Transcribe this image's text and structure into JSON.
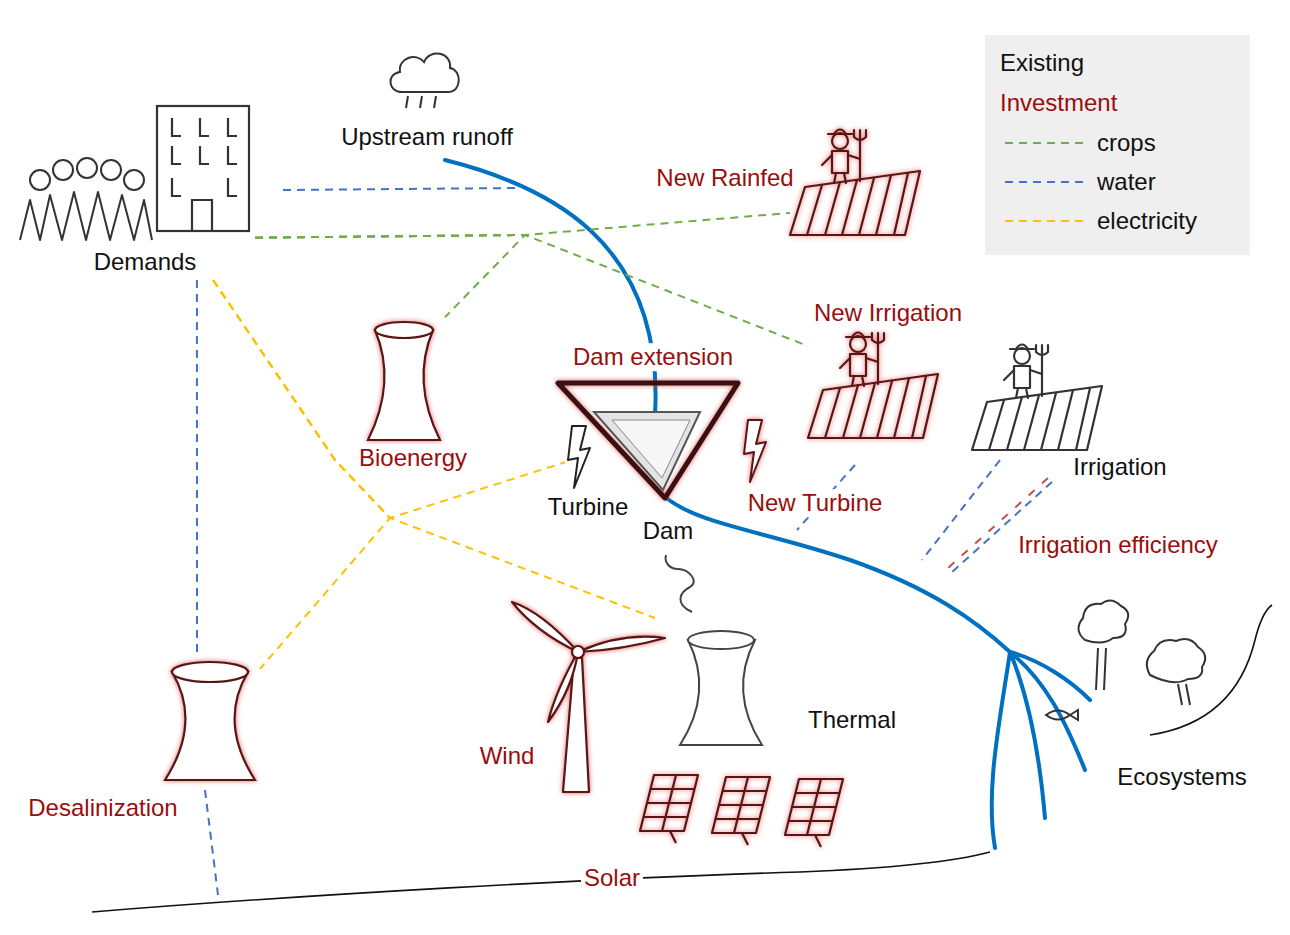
{
  "diagram": {
    "nodes": [
      {
        "text": [
          "Demands"
        ]
      },
      {
        "text": [
          "Upstream runoff"
        ]
      },
      {
        "text": [
          "New Rainfed"
        ]
      },
      {
        "text": [
          "New Irrigation"
        ]
      },
      {
        "text": [
          "Dam extension"
        ]
      },
      {
        "text": [
          "Dam"
        ],
        "in": 4
      },
      {
        "text": [
          "Bioenergy"
        ]
      },
      {
        "text": [
          "Turbine"
        ]
      },
      {
        "text": [
          "New Turbine"
        ]
      },
      {
        "text": [
          "Irrigation"
        ]
      },
      {
        "text": [
          "Desalinization"
        ]
      },
      {
        "text": [
          "Wind"
        ]
      },
      {
        "text": [
          "Thermal"
        ]
      },
      {
        "text": [
          "Ecosystems"
        ]
      },
      {
        "text": [
          "Solar"
        ]
      }
    ],
    "edges": [
      {
        "from": 0,
        "to": 2,
        "arrow": "none"
      },
      {
        "from": 0,
        "to": 6,
        "arrow": "none"
      },
      {
        "from": 0,
        "to": 3,
        "arrow": "none"
      },
      {
        "from": 0,
        "to": 7,
        "arrow": "none"
      },
      {
        "from": 0,
        "to": 12,
        "arrow": "none"
      },
      {
        "from": 0,
        "to": 10,
        "arrow": "none"
      },
      {
        "from": 0,
        "to": 10,
        "arrow": "none"
      }
    ],
    "labels": [
      "Irrigation efficiency"
    ],
    "legend": [
      {
        "text": "Existing"
      },
      {
        "text": "Investment"
      },
      {
        "text": "crops"
      },
      {
        "text": "water"
      },
      {
        "text": "electricity"
      }
    ]
  }
}
